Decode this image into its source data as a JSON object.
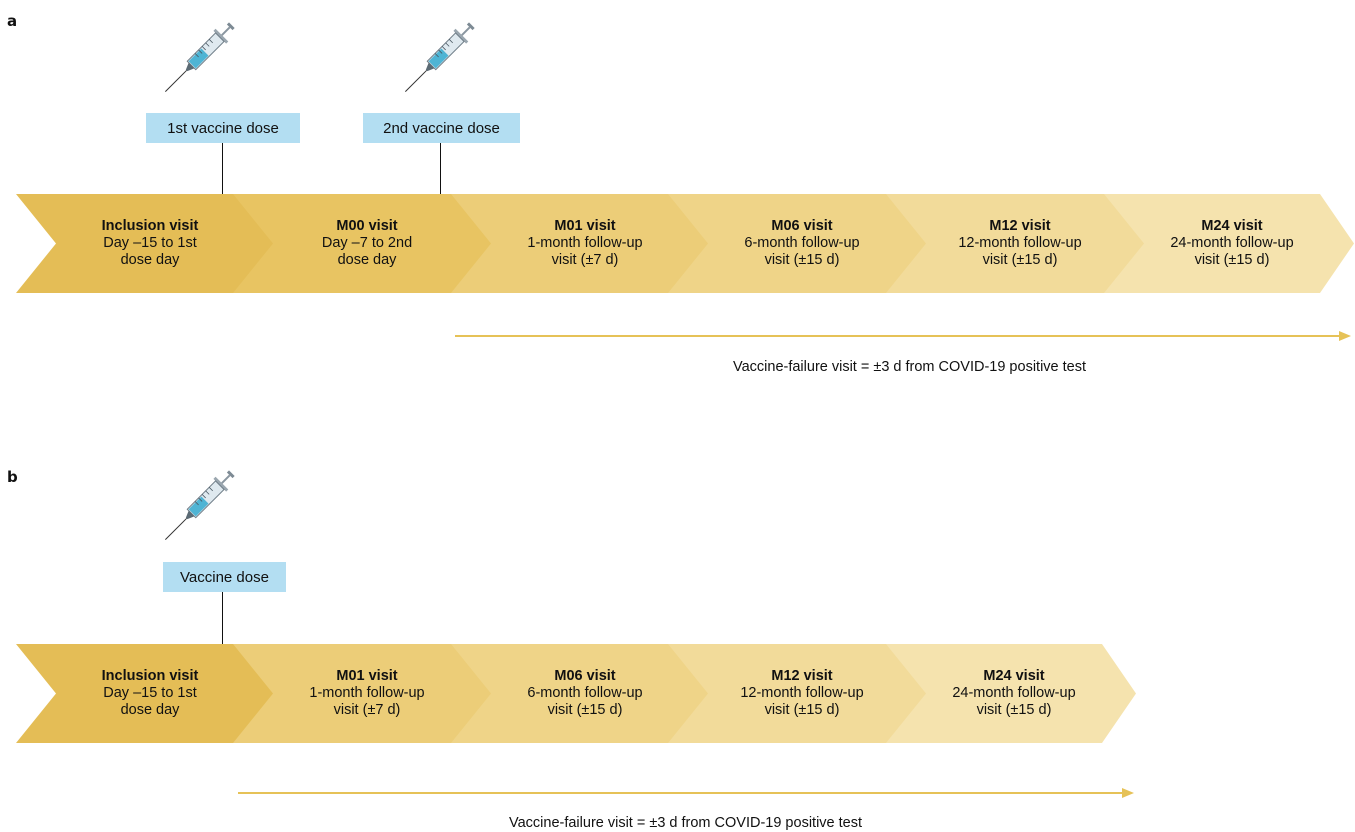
{
  "panels": [
    {
      "letter": "a",
      "doses": [
        "1st vaccine dose",
        "2nd vaccine dose"
      ],
      "visits": [
        {
          "title": "Inclusion visit",
          "sub": "Day –15 to 1st\ndose day",
          "color": "#e4bd56"
        },
        {
          "title": "M00 visit",
          "sub": "Day –7 to 2nd\ndose day",
          "color": "#e8c462"
        },
        {
          "title": "M01 visit",
          "sub": "1-month follow-up\nvisit (±7 d)",
          "color": "#eccd78"
        },
        {
          "title": "M06 visit",
          "sub": "6-month follow-up\nvisit (±15 d)",
          "color": "#efd488"
        },
        {
          "title": "M12 visit",
          "sub": "12-month follow-up\nvisit (±15 d)",
          "color": "#f2db9a"
        },
        {
          "title": "M24 visit",
          "sub": "24-month follow-up\nvisit (±15 d)",
          "color": "#f5e3ae"
        }
      ],
      "note": "Vaccine-failure visit = ±3 d from COVID-19 positive test"
    },
    {
      "letter": "b",
      "doses": [
        "Vaccine dose"
      ],
      "visits": [
        {
          "title": "Inclusion visit",
          "sub": "Day –15 to 1st\ndose day",
          "color": "#e4bd56"
        },
        {
          "title": "M01 visit",
          "sub": "1-month follow-up\nvisit (±7 d)",
          "color": "#eccd78"
        },
        {
          "title": "M06 visit",
          "sub": "6-month follow-up\nvisit (±15 d)",
          "color": "#efd488"
        },
        {
          "title": "M12 visit",
          "sub": "12-month follow-up\nvisit (±15 d)",
          "color": "#f2db9a"
        },
        {
          "title": "M24 visit",
          "sub": "24-month follow-up\nvisit (±15 d)",
          "color": "#f5e3ae"
        }
      ],
      "note": "Vaccine-failure visit = ±3 d from COVID-19 positive test"
    }
  ],
  "colors": {
    "dose_box": "#b3def2",
    "arrow": "#e6c257"
  },
  "icons": {
    "dose": "syringe-icon"
  }
}
